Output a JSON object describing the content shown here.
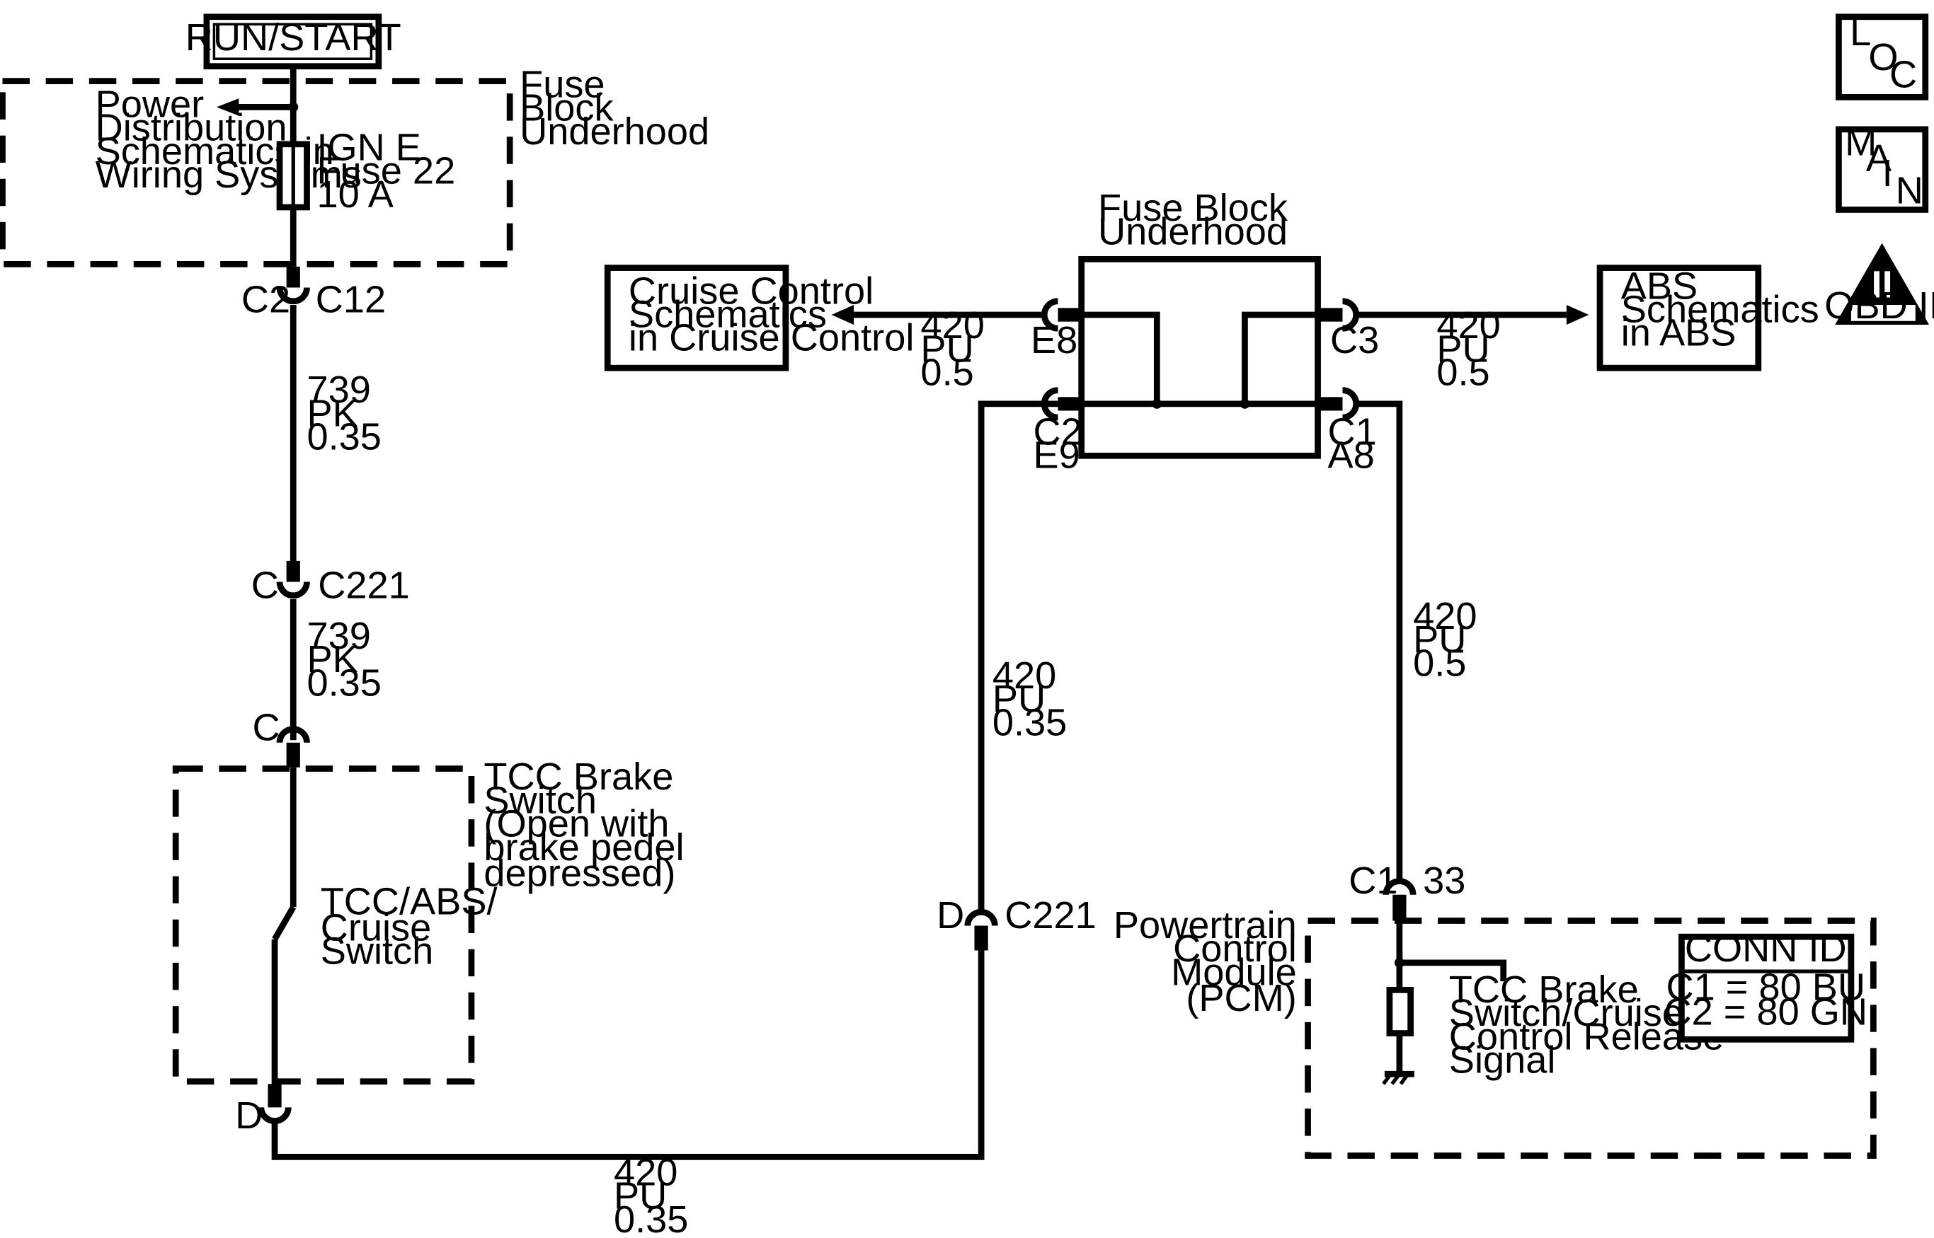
{
  "run_start": "RUN/START",
  "fuse_block_top": [
    "Fuse",
    "Block",
    "Underhood"
  ],
  "power_dist": [
    "Power",
    "Distribution",
    "Schematics in",
    "Wiring Systems"
  ],
  "fuse": [
    "IGN E",
    "Fuse 22",
    "10 A"
  ],
  "conn_c2_c12": {
    "left": "C2",
    "right": "C12"
  },
  "wire_739_a": [
    "739",
    "PK",
    "0.35"
  ],
  "conn_c_c221": {
    "left": "C",
    "right": "C221"
  },
  "wire_739_b": [
    "739",
    "PK",
    "0.35"
  ],
  "conn_c": "C",
  "tcc_switch_label": [
    "TCC Brake",
    "Switch",
    "(Open with",
    "brake pedel",
    "depressed)"
  ],
  "tcc_switch_name": [
    "TCC/ABS/",
    "Cruise",
    "Switch"
  ],
  "conn_d_bottom": "D",
  "wire_bottom": [
    "420",
    "PU",
    "0.35"
  ],
  "conn_d_c221": {
    "left": "D",
    "right": "C221"
  },
  "wire_vert_mid": [
    "420",
    "PU",
    "0.35"
  ],
  "cruise_box": [
    "Cruise Control",
    "Schematics",
    "in Cruise Control"
  ],
  "wire_cruise": [
    "420",
    "PU",
    "0.5"
  ],
  "fuse_block_mid": [
    "Fuse Block",
    "Underhood"
  ],
  "pin_e8": "E8",
  "pin_c2_e9": [
    "C2",
    "E9"
  ],
  "pin_c3": "C3",
  "pin_c1_a8": [
    "C1",
    "A8"
  ],
  "abs_box": [
    "ABS",
    "Schematics",
    "in ABS"
  ],
  "wire_abs": [
    "420",
    "PU",
    "0.5"
  ],
  "wire_right_vert": [
    "420",
    "PU",
    "0.5"
  ],
  "conn_c1_33": {
    "left": "C1",
    "right": "33"
  },
  "pcm_label": [
    "Powertrain",
    "Control",
    "Module",
    "(PCM)"
  ],
  "tcc_signal": [
    "TCC Brake",
    "Switch/Cruise",
    "Control Release",
    "Signal"
  ],
  "conn_id": {
    "title": "CONN ID",
    "rows": [
      "C1 = 80 BU",
      "C2 = 80 GN"
    ]
  },
  "loc_icon": [
    "L",
    "O",
    "C"
  ],
  "main_icon": [
    "M",
    "A",
    "I",
    "N"
  ],
  "obd_icon": {
    "numeral": "II",
    "label": "OBD II"
  }
}
